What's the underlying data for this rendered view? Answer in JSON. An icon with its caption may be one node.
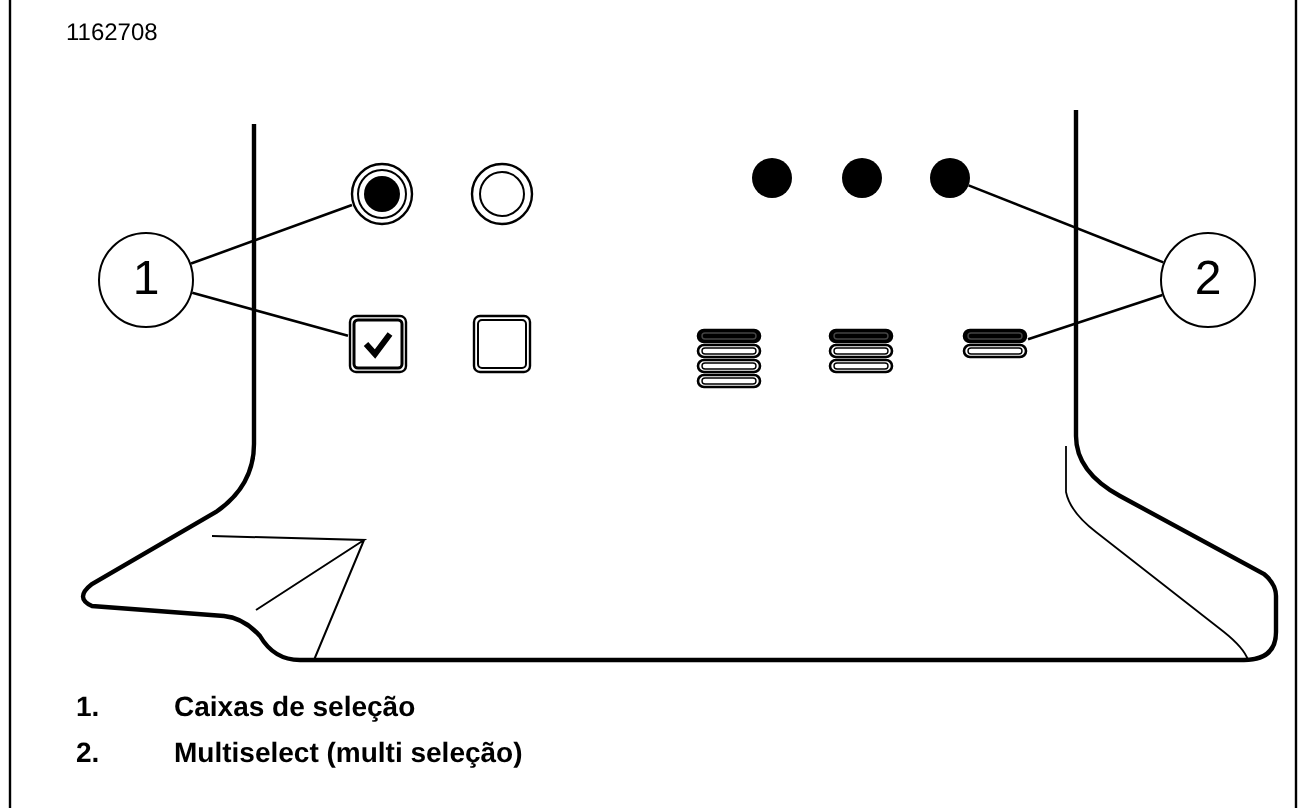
{
  "diagram": {
    "nodes": [
      {
        "text": [
          "1"
        ]
      },
      {
        "text": [],
        "shape": "circle"
      },
      {
        "text": [],
        "shape": "box"
      },
      {
        "text": [
          "2"
        ]
      },
      {
        "text": [],
        "shape": "circle"
      },
      {
        "text": [],
        "shape": "picture"
      }
    ],
    "edges": [
      {
        "from": 0,
        "to": 1,
        "arrow": "none"
      },
      {
        "from": 0,
        "to": 2,
        "arrow": "none"
      },
      {
        "from": 3,
        "to": 4,
        "arrow": "none"
      },
      {
        "from": 3,
        "to": 5,
        "arrow": "none"
      }
    ],
    "labels": [
      "1162708",
      "1.",
      "Caixas de seleção",
      "2.",
      "Multiselect (multi seleção)"
    ]
  }
}
